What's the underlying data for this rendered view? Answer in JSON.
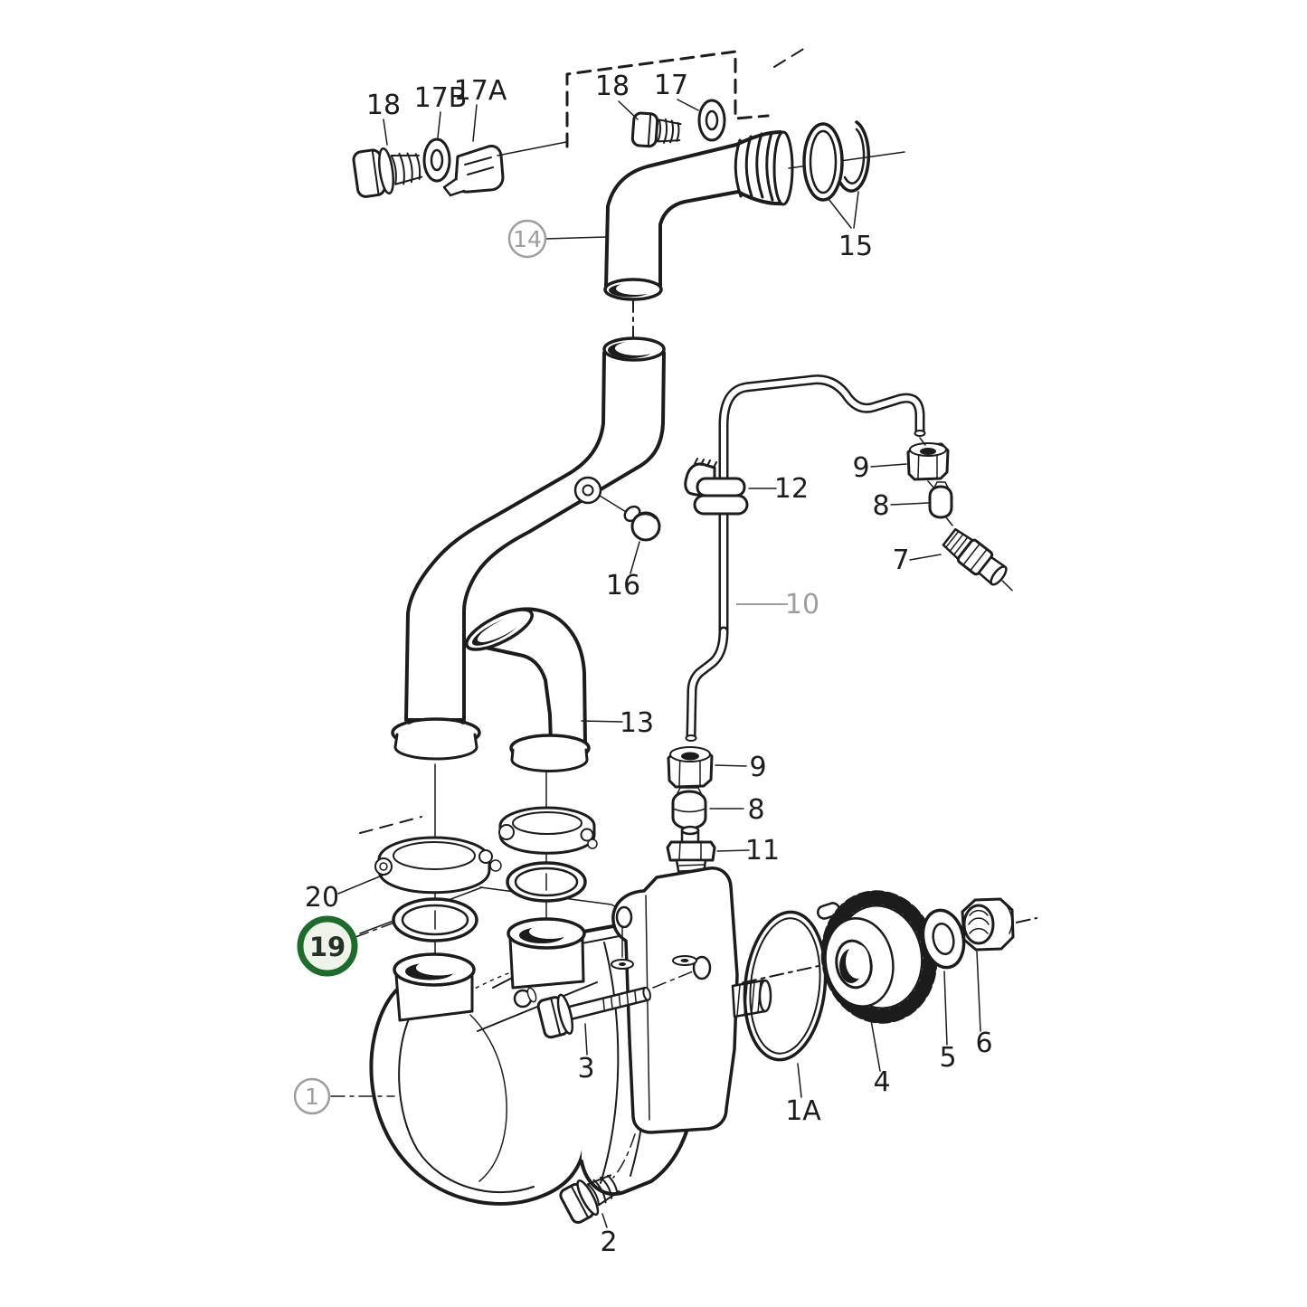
{
  "diagram": {
    "type": "exploded-parts-diagram",
    "subject": "raw water pump assembly",
    "highlighted_callout": "19",
    "colors": {
      "background": "#ffffff",
      "line": "#1c1c1c",
      "muted": "#9e9e9e",
      "highlight_ring": "#1e6b2d",
      "highlight_fill": "#eef4ea"
    }
  },
  "callouts": {
    "bolt_18_left": "18",
    "washer_17b": "17B",
    "bracket_17a": "17A",
    "bolt_18_top": "18",
    "washer_17": "17",
    "elbow_pipe_14": "14",
    "sealing_rings_15": "15",
    "clamp_12": "12",
    "nut_9_upper": "9",
    "sleeve_8_upper": "8",
    "elbow_nipple_7": "7",
    "plug_16": "16",
    "pipe_10": "10",
    "elbow_pipe_13": "13",
    "nut_9_lower": "9",
    "sleeve_8_lower": "8",
    "nipple_11": "11",
    "hose_clamp_20": "20",
    "sealing_ring_19": "19",
    "bolt_3": "3",
    "gear_4": "4",
    "washer_5": "5",
    "nut_6": "6",
    "o_ring_1a": "1A",
    "pump_housing_1": "1",
    "bolt_2": "2"
  }
}
